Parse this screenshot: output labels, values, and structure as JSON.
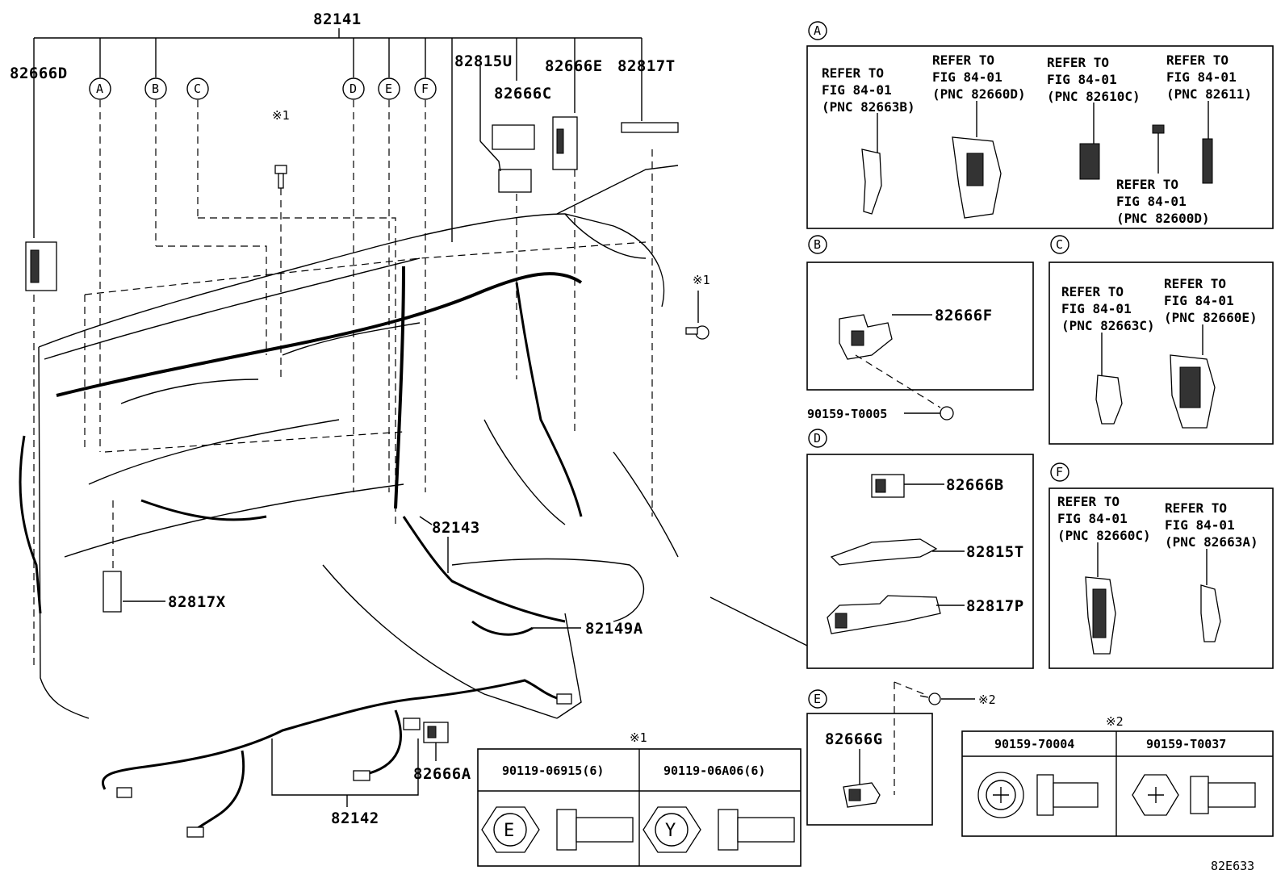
{
  "main_labels": {
    "harness_82141": "82141",
    "p82666D": "82666D",
    "p82815U": "82815U",
    "p82666E": "82666E",
    "p82817T": "82817T",
    "p82666C": "82666C",
    "p82143": "82143",
    "p82817X": "82817X",
    "p82149A": "82149A",
    "p82666A": "82666A",
    "harness_82142": "82142"
  },
  "callout_letters": [
    "A",
    "B",
    "C",
    "D",
    "E",
    "F"
  ],
  "note_mark_1": "※1",
  "note_mark_2": "※2",
  "panel_A": {
    "letter": "A",
    "refs": [
      {
        "l1": "REFER TO",
        "l2": "FIG 84-01",
        "l3": "(PNC 82663B)"
      },
      {
        "l1": "REFER TO",
        "l2": "FIG 84-01",
        "l3": "(PNC 82660D)"
      },
      {
        "l1": "REFER TO",
        "l2": "FIG 84-01",
        "l3": "(PNC 82610C)"
      },
      {
        "l1": "REFER TO",
        "l2": "FIG 84-01",
        "l3": "(PNC 82611)"
      },
      {
        "l1": "REFER TO",
        "l2": "FIG 84-01",
        "l3": "(PNC 82600D)"
      }
    ]
  },
  "panel_B": {
    "letter": "B",
    "part": "82666F",
    "bolt": "90159-T0005"
  },
  "panel_C": {
    "letter": "C",
    "refs": [
      {
        "l1": "REFER TO",
        "l2": "FIG 84-01",
        "l3": "(PNC 82663C)"
      },
      {
        "l1": "REFER TO",
        "l2": "FIG 84-01",
        "l3": "(PNC 82660E)"
      }
    ]
  },
  "panel_D": {
    "letter": "D",
    "parts": [
      "82666B",
      "82815T",
      "82817P"
    ]
  },
  "panel_E": {
    "letter": "E",
    "part": "82666G"
  },
  "panel_F": {
    "letter": "F",
    "refs": [
      {
        "l1": "REFER TO",
        "l2": "FIG 84-01",
        "l3": "(PNC 82660C)"
      },
      {
        "l1": "REFER TO",
        "l2": "FIG 84-01",
        "l3": "(PNC 82663A)"
      }
    ]
  },
  "table_1": {
    "mark": "※1",
    "columns": [
      {
        "part": "90119-06915(6)",
        "head": "E"
      },
      {
        "part": "90119-06A06(6)",
        "head": "Y"
      }
    ]
  },
  "table_2": {
    "mark": "※2",
    "columns": [
      {
        "part": "90159-70004"
      },
      {
        "part": "90159-T0037"
      }
    ]
  },
  "figure_code": "82E633"
}
